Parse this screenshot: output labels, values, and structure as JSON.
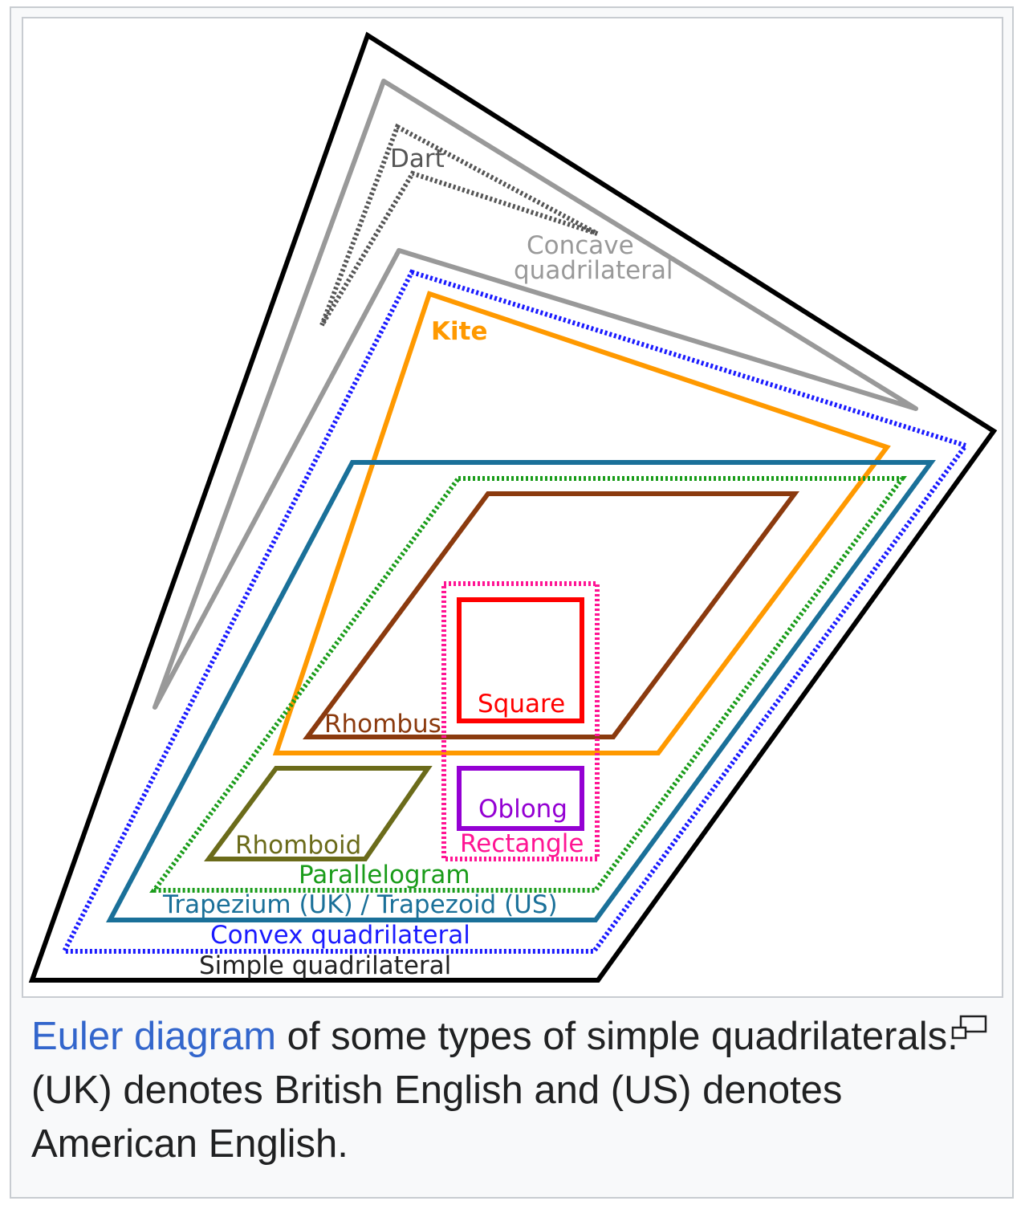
{
  "diagram": {
    "labels": {
      "dart": "Dart",
      "concave_line1": "Concave",
      "concave_line2": "quadrilateral",
      "kite": "Kite",
      "rhombus": "Rhombus",
      "square": "Square",
      "oblong": "Oblong",
      "rectangle": "Rectangle",
      "rhomboid": "Rhomboid",
      "parallelogram": "Parallelogram",
      "trapezium": "Trapezium (UK) / Trapezoid (US)",
      "convex": "Convex quadrilateral",
      "simple": "Simple quadrilateral"
    },
    "colors": {
      "simple": "#000000",
      "concave": "#999999",
      "dart": "#555555",
      "convex": "#1a1aff",
      "kite": "#ff9900",
      "trapezium": "#1a7099",
      "parallelogram": "#1a9c1a",
      "rhombus": "#8b3a0e",
      "rectangle": "#ff1493",
      "square": "#ff0000",
      "oblong": "#9400d3",
      "rhomboid": "#6b6b1a"
    }
  },
  "caption": {
    "link_text": "Euler diagram",
    "rest_text": " of some types of simple quadrilaterals. (UK) denotes British English and (US) denotes American English."
  },
  "icons": {
    "magnify": "magnify-icon"
  }
}
